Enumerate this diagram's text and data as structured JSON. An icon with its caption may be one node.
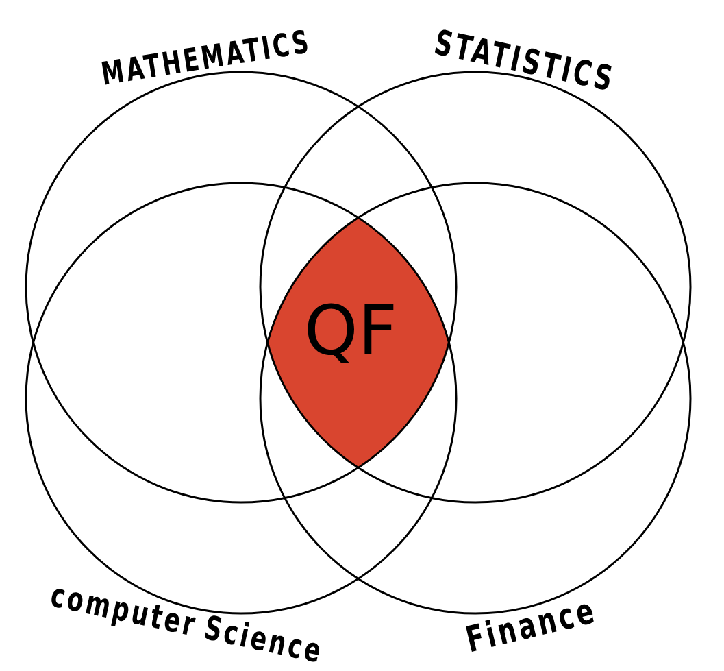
{
  "diagram": {
    "nodes": [
      {
        "text": [
          "MATHEMATICS"
        ]
      },
      {
        "text": [
          "STATISTICS"
        ]
      },
      {
        "text": [
          "computer Science"
        ]
      },
      {
        "text": [
          "Finance"
        ]
      },
      {
        "text": [
          "QF"
        ]
      }
    ]
  }
}
